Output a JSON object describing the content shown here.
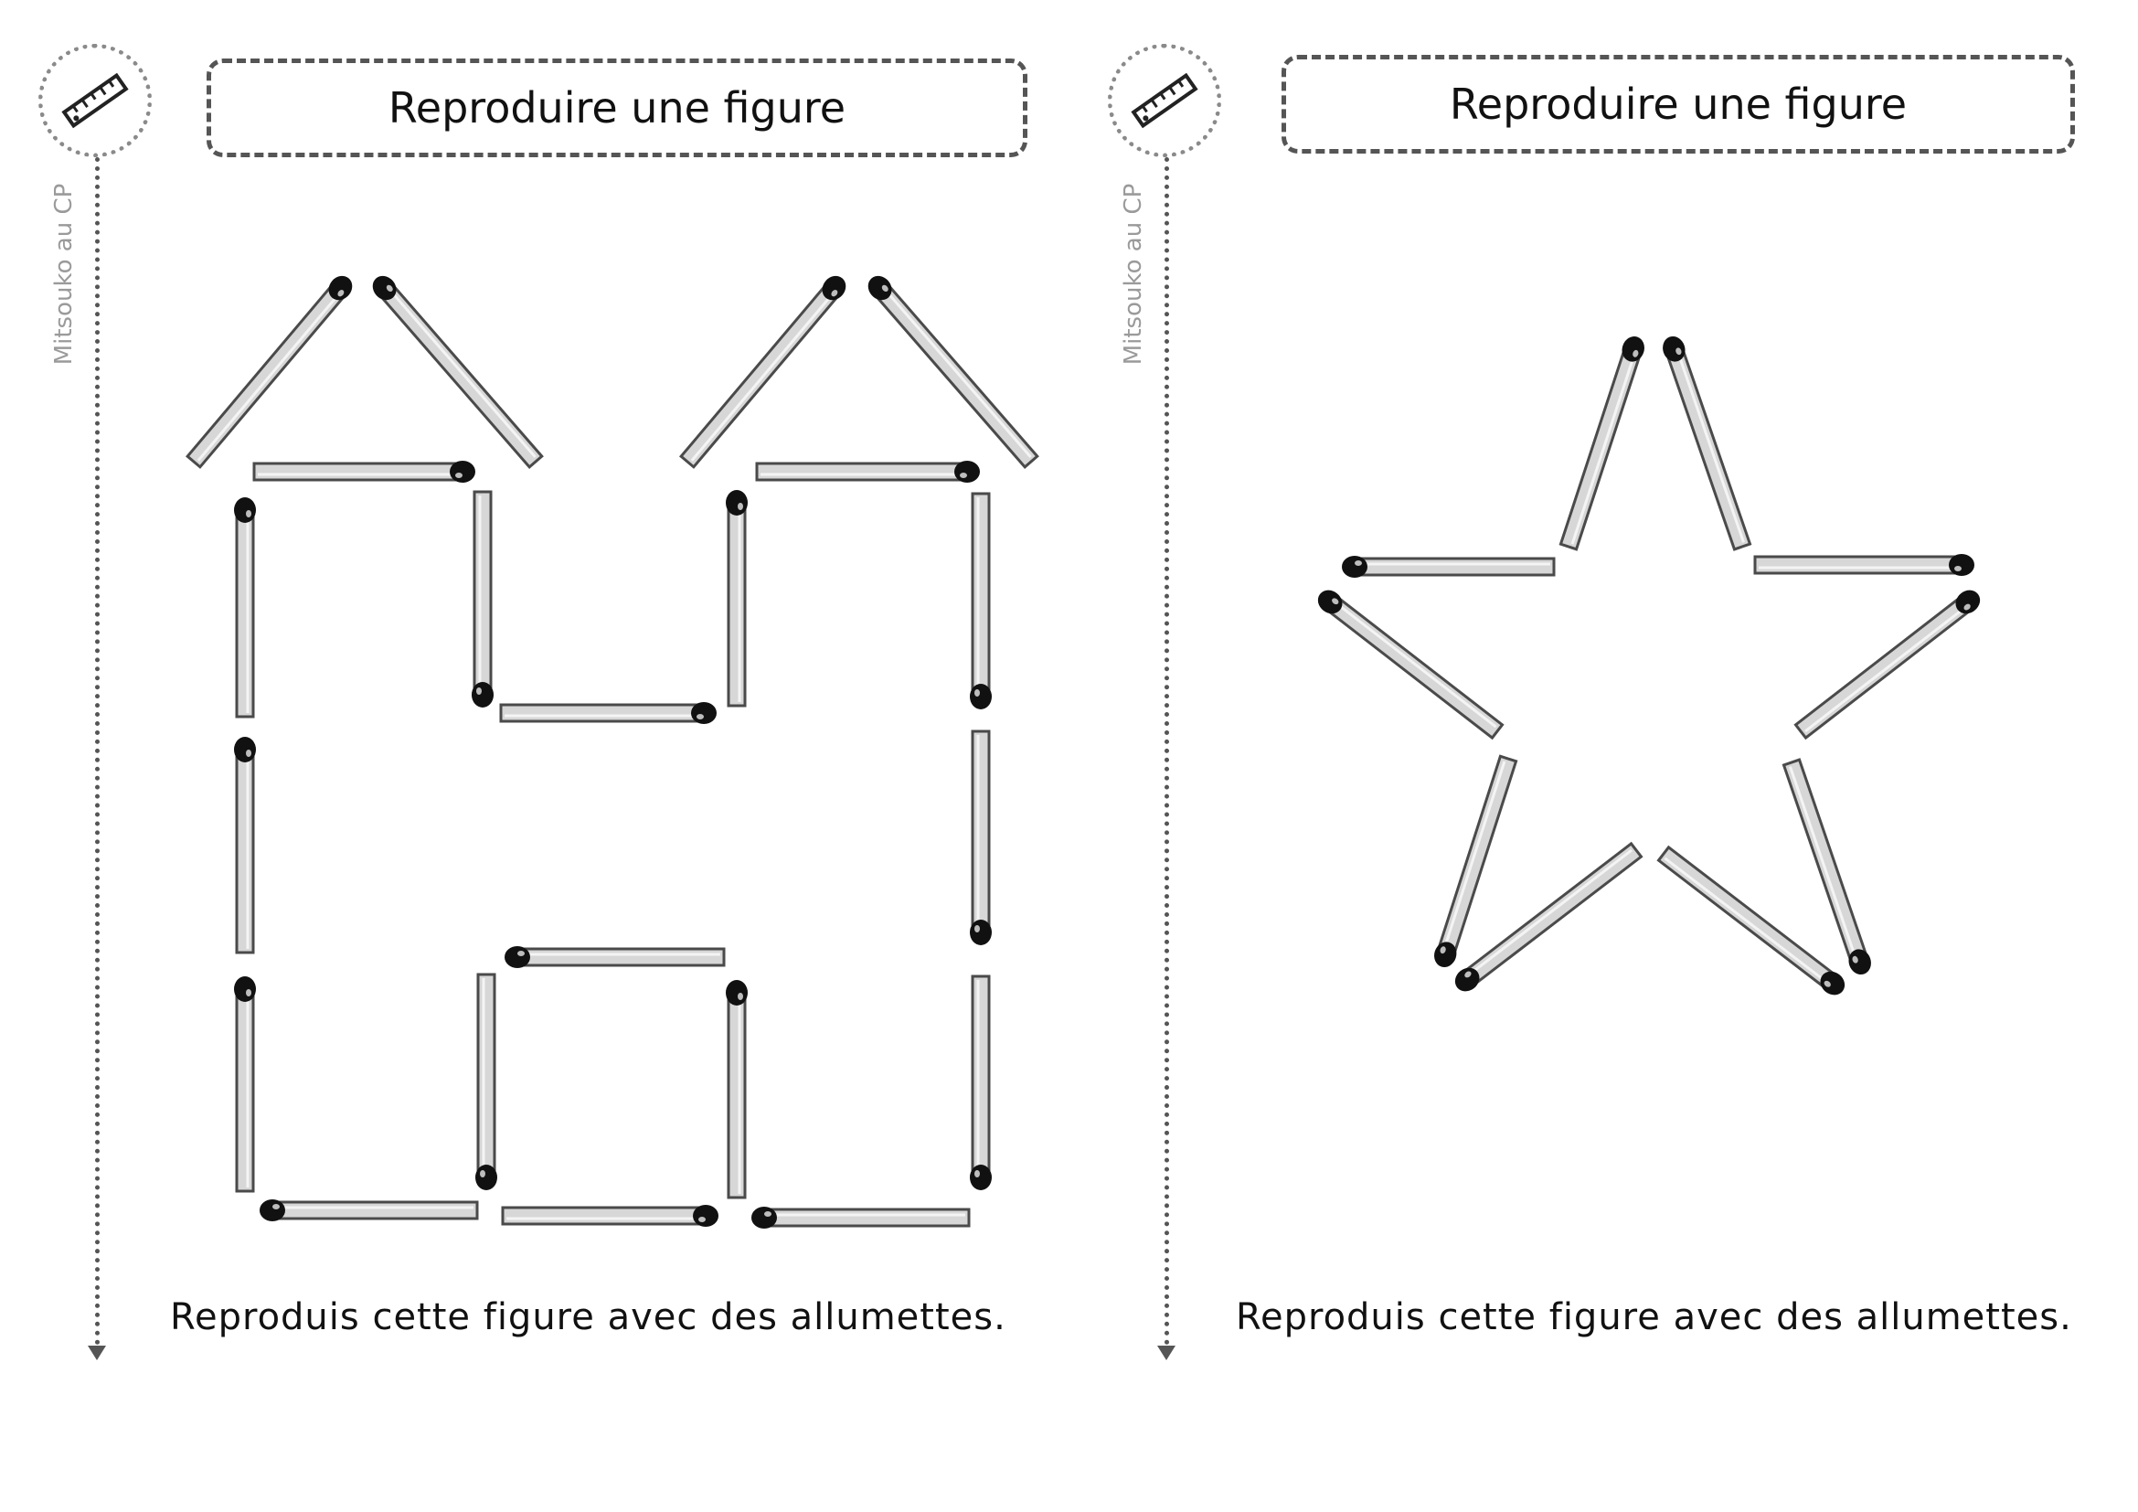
{
  "cards": [
    {
      "title": "Reproduire une figure",
      "credit": "Mitsouko au CP",
      "instruction": "Reproduis cette figure avec des allumettes.",
      "icon": "ruler-icon",
      "figure": "castle"
    },
    {
      "title": "Reproduire une figure",
      "credit": "Mitsouko au CP",
      "instruction": "Reproduis cette figure avec des allumettes.",
      "icon": "ruler-icon",
      "figure": "star"
    }
  ],
  "colors": {
    "match_fill": "#d7d7d7",
    "match_stroke": "#4a4a4a",
    "match_head": "#111111",
    "border": "#555555"
  }
}
